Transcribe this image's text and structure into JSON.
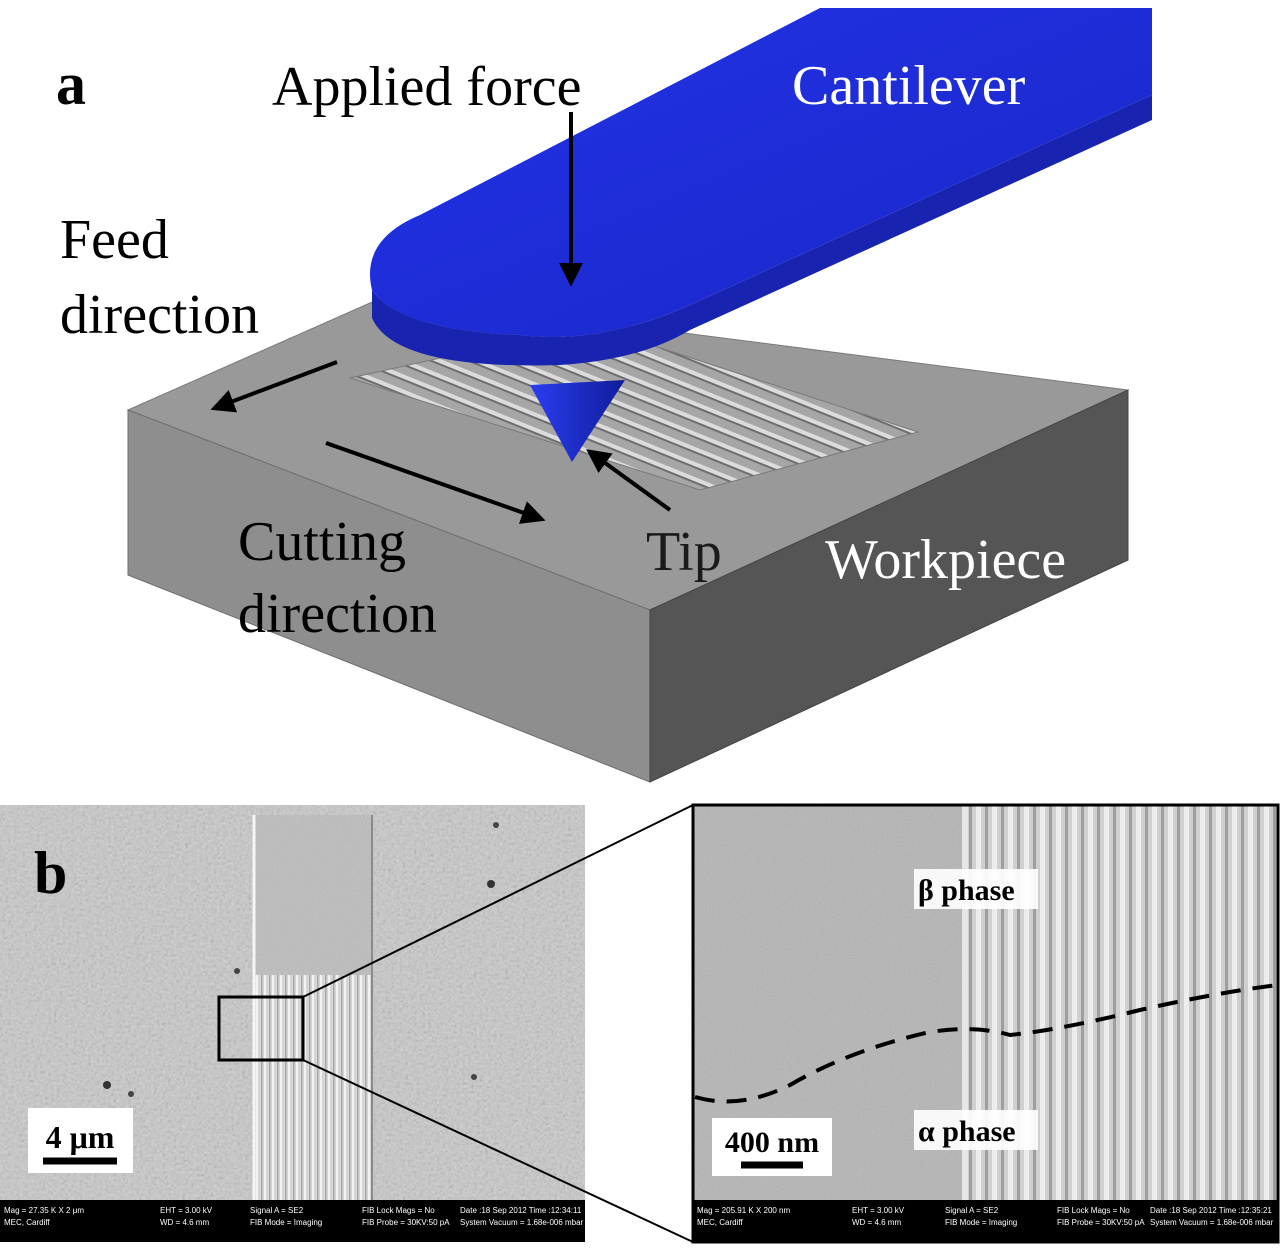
{
  "panel_a": {
    "letter": "a",
    "labels": {
      "applied_force": "Applied force",
      "cantilever": "Cantilever",
      "feed_line1": "Feed",
      "feed_line2": "direction",
      "cutting_line1": "Cutting",
      "cutting_line2": "direction",
      "tip": "Tip",
      "workpiece": "Workpiece"
    },
    "colors": {
      "cantilever": "#1f2fd8",
      "workpiece_top": "#9a9a9a",
      "workpiece_front": "#8c8c8c",
      "workpiece_side": "#555555"
    }
  },
  "panel_b": {
    "letter": "b",
    "left_scale_bar": "4 μm",
    "right_scale_bar": "400 nm",
    "beta_label": "β phase",
    "alpha_label": "α phase",
    "left_info": {
      "c1a": "Mag = 27.35 K X  2 μm",
      "c1b": "MEC, Cardiff",
      "c2a": "EHT = 3.00 kV",
      "c2b": "WD = 4.6 mm",
      "c3a": "Signal A = SE2",
      "c3b": "FIB Mode = Imaging",
      "c4a": "FIB Lock Mags = No",
      "c4b": "FIB Probe = 30KV:50 pA",
      "c5a": "Date :18 Sep 2012  Time :12:34:11",
      "c5b": "System Vacuum = 1.68e-006 mbar"
    },
    "right_info": {
      "c1a": "Mag = 205.91 K X  200 nm",
      "c1b": "MEC, Cardiff",
      "c2a": "EHT = 3.00 kV",
      "c2b": "WD = 4.6 mm",
      "c3a": "Signal A = SE2",
      "c3b": "FIB Mode = Imaging",
      "c4a": "FIB Lock Mags = No",
      "c4b": "FIB Probe = 30KV:50 pA",
      "c5a": "Date :18 Sep 2012  Time :12:35:21",
      "c5b": "System Vacuum = 1.68e-006 mbar"
    }
  }
}
